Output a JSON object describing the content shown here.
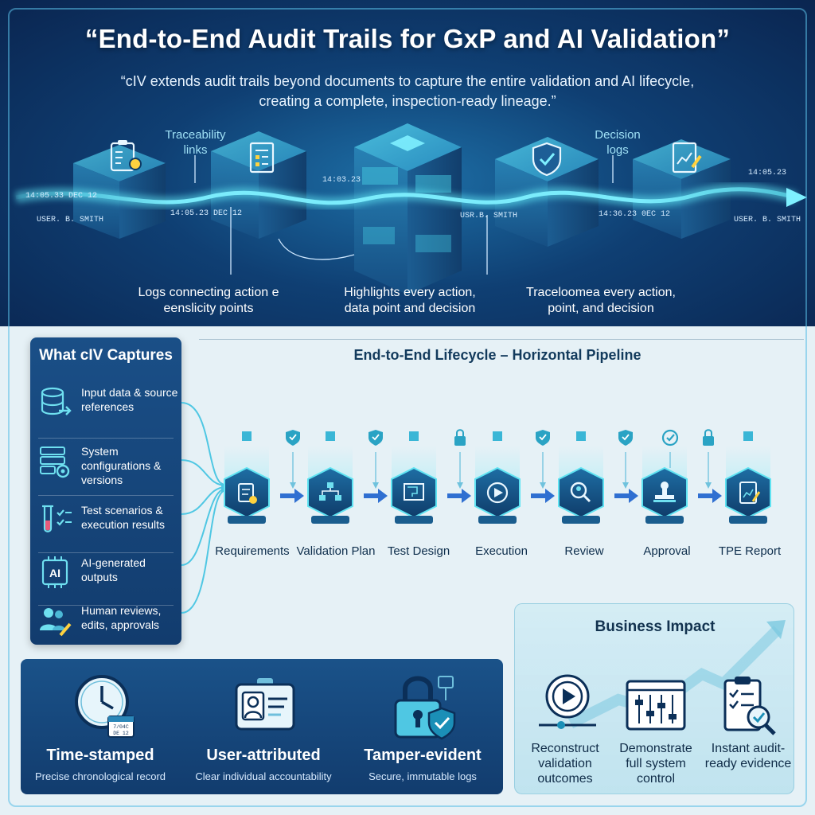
{
  "header": {
    "title": "“End-to-End Audit Trails for GxP and AI Validation”",
    "subtitle": "“cIV extends audit trails beyond documents to capture the entire validation and AI lifecycle, creating a complete, inspection-ready lineage.”"
  },
  "flow": {
    "labels": {
      "traceability": "Traceability links",
      "decision": "Decision logs"
    },
    "timestamps": {
      "left_top": "14:05.33 DEC 12",
      "left_user": "USER. B. SMITH",
      "left_mid": "14:05.23 DEC 12",
      "center_top": "14:03.23",
      "center_user": "USR.B. SMITH",
      "right_mid": "14:36.23 0EC 12",
      "right_top": "14:05.23",
      "right_user": "USER. B. SMITH"
    },
    "captions": {
      "left": "Logs connecting action e eenslicity points",
      "center": "Highlights every action, data point and decision",
      "right": "Traceloomea every action, point, and decision"
    }
  },
  "captures": {
    "title": "What cIV Captures",
    "items": [
      {
        "label": "Input data & source references",
        "icon": "database-icon"
      },
      {
        "label": "System configurations & versions",
        "icon": "server-gear-icon"
      },
      {
        "label": "Test scenarios & execution results",
        "icon": "test-tube-icon"
      },
      {
        "label": "AI-generated outputs",
        "icon": "ai-chip-icon",
        "badge": "AI"
      },
      {
        "label": "Human reviews, edits, approvals",
        "icon": "people-edit-icon"
      }
    ]
  },
  "pipeline": {
    "title": "End-to-End Lifecycle – Horizontal Pipeline",
    "stages": [
      {
        "label": "Requirements",
        "icon": "clipboard-gear-icon",
        "marker": "shield"
      },
      {
        "label": "Validation Plan",
        "icon": "flowchart-icon",
        "marker": "shield"
      },
      {
        "label": "Test Design",
        "icon": "blueprint-icon",
        "marker": "lock"
      },
      {
        "label": "Execution",
        "icon": "play-icon",
        "marker": "shield"
      },
      {
        "label": "Review",
        "icon": "magnifier-icon",
        "marker": "shield"
      },
      {
        "label": "Approval",
        "icon": "stamp-icon",
        "marker": "check"
      },
      {
        "label": "TPE Report",
        "icon": "report-icon",
        "marker": "lock"
      }
    ]
  },
  "features": [
    {
      "title": "Time-stamped",
      "desc": "Precise chronological record",
      "icon": "clock-icon",
      "calendar": "7/04C DE 12"
    },
    {
      "title": "User-attributed",
      "desc": "Clear individual accountability",
      "icon": "id-badge-icon"
    },
    {
      "title": "Tamper-evident",
      "desc": "Secure, immutable logs",
      "icon": "padlock-shield-icon"
    }
  ],
  "impact": {
    "title": "Business Impact",
    "items": [
      {
        "label": "Reconstruct validation outcomes",
        "icon": "video-play-icon"
      },
      {
        "label": "Demonstrate full system control",
        "icon": "control-sliders-icon"
      },
      {
        "label": "Instant audit-ready evidence",
        "icon": "checklist-magnifier-icon"
      }
    ]
  },
  "colors": {
    "banner_dark": "#0a2550",
    "banner_mid": "#1d6fa6",
    "accent_cyan": "#5fe3f2",
    "panel": "#123c6e",
    "arrow_blue": "#2f6fd1"
  }
}
